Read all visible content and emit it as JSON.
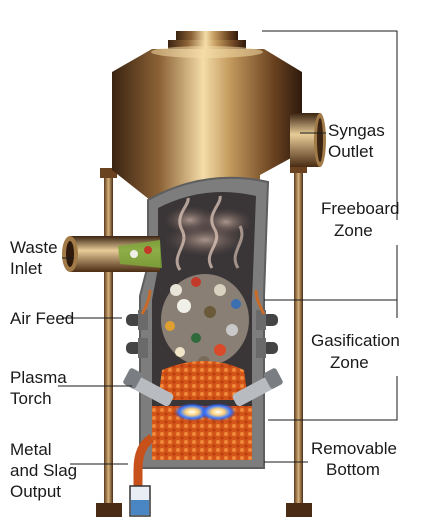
{
  "labels": {
    "syngas_outlet": [
      "Syngas",
      "Outlet"
    ],
    "freeboard_zone": [
      "Freeboard",
      "Zone"
    ],
    "waste_inlet": [
      "Waste",
      "Inlet"
    ],
    "air_feed": [
      "Air Feed"
    ],
    "gasification_zone": [
      "Gasification",
      "Zone"
    ],
    "plasma_torch": [
      "Plasma",
      "Torch"
    ],
    "removable_bottom": [
      "Removable",
      "Bottom"
    ],
    "metal_slag_output": [
      "Metal",
      "and Slag",
      "Output"
    ]
  },
  "colors": {
    "bronze_highlight": "#f4dca8",
    "bronze_mid": "#b88a52",
    "bronze_dark": "#3b2412",
    "liner_gray": "#7d7d7d",
    "interior_dark": "#3a3638",
    "slag_orange": "#e2601a",
    "torch_flame": "#3a78ff",
    "outlet_blue": "#4a86c4"
  },
  "icons": {
    "reactor": "plasma-gasifier-vessel",
    "torch": "plasma-torch-icon",
    "air_nozzle": "air-nozzle-icon"
  }
}
